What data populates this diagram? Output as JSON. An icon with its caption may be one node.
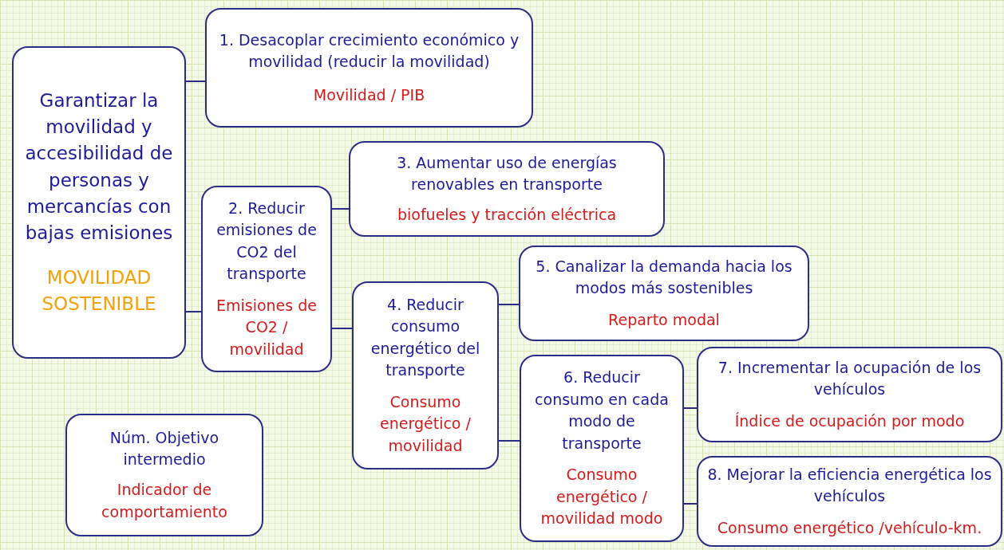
{
  "diagram": {
    "nodes": [
      {
        "text": [
          "Garantizar la movilidad y accesibilidad de personas y mercancías con bajas emisiones",
          "MOVILIDAD SOSTENIBLE"
        ]
      },
      {
        "text": [
          "1. Desacoplar crecimiento económico y movilidad (reducir la movilidad)",
          "Movilidad / PIB"
        ]
      },
      {
        "text": [
          "2. Reducir emisiones de CO2 del transporte",
          "Emisiones de CO2 / movilidad"
        ]
      },
      {
        "text": [
          "3. Aumentar uso de energías renovables en transporte",
          "biofueles y tracción eléctrica"
        ]
      },
      {
        "text": [
          "4. Reducir consumo energético del transporte",
          "Consumo energético / movilidad"
        ]
      },
      {
        "text": [
          "5. Canalizar la demanda hacia los modos más sostenibles",
          "Reparto modal"
        ]
      },
      {
        "text": [
          "6. Reducir consumo en cada modo de transporte",
          "Consumo energético / movilidad modo"
        ]
      },
      {
        "text": [
          "7. Incrementar la ocupación de los vehículos",
          "Índice de ocupación por modo"
        ]
      },
      {
        "text": [
          "8. Mejorar la eficiencia energética los vehículos",
          "Consumo energético /vehículo-km."
        ]
      },
      {
        "text": [
          "Núm. Objetivo intermedio",
          "Indicador de comportamiento"
        ]
      }
    ],
    "edges": [
      {
        "from": 0,
        "to": 1,
        "arrow": "none"
      },
      {
        "from": 0,
        "to": 2,
        "arrow": "none"
      },
      {
        "from": 2,
        "to": 3,
        "arrow": "none"
      },
      {
        "from": 2,
        "to": 4,
        "arrow": "none"
      },
      {
        "from": 4,
        "to": 5,
        "arrow": "none"
      },
      {
        "from": 4,
        "to": 6,
        "arrow": "none"
      },
      {
        "from": 6,
        "to": 7,
        "arrow": "none"
      },
      {
        "from": 6,
        "to": 8,
        "arrow": "none"
      }
    ]
  }
}
